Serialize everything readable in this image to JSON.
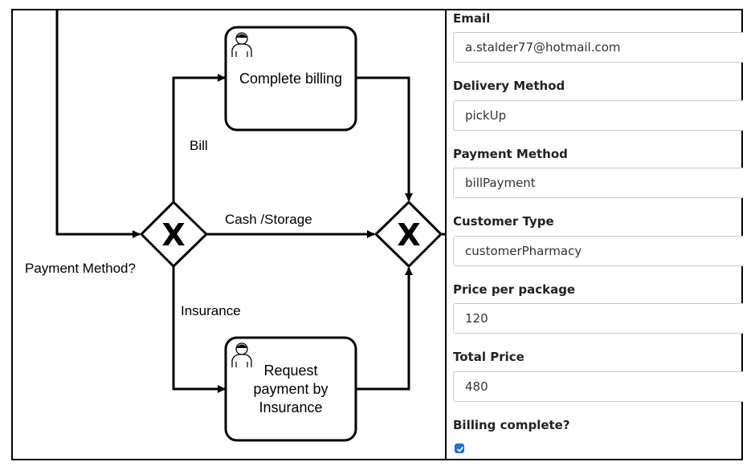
{
  "diagram": {
    "task_billing_label": "Complete billing",
    "task_insurance_lines": [
      "Request",
      "payment by",
      "Insurance"
    ],
    "flow_bill": "Bill",
    "flow_cash_storage": "Cash /Storage",
    "flow_insurance": "Insurance",
    "gateway_question": "Payment Method?",
    "gateway_symbol": "X"
  },
  "form": {
    "fields": [
      {
        "label": "Email",
        "value": "a.stalder77@hotmail.com"
      },
      {
        "label": "Delivery Method",
        "value": "pickUp"
      },
      {
        "label": "Payment Method",
        "value": "billPayment"
      },
      {
        "label": "Customer Type",
        "value": "customerPharmacy"
      },
      {
        "label": "Price per package",
        "value": "120"
      },
      {
        "label": "Total Price",
        "value": "480"
      }
    ],
    "billing_complete_label": "Billing complete?",
    "billing_complete_checked": true
  },
  "colors": {
    "checkbox": "#1a73e8"
  }
}
